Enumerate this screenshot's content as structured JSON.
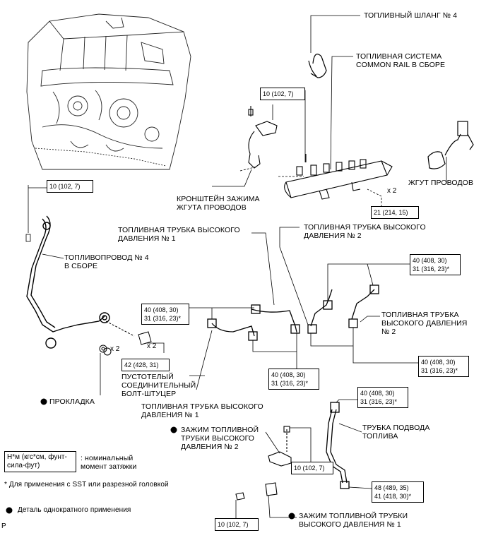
{
  "parts": {
    "fuel_hose_4": "ТОПЛИВНЫЙ ШЛАНГ № 4",
    "common_rail": "ТОПЛИВНАЯ СИСТЕМА\nCOMMON RAIL В СБОРЕ",
    "wire_harness": "ЖГУТ ПРОВОДОВ",
    "harness_clamp_bracket": "КРОНШТЕЙН ЗАЖИМА\nЖГУТА ПРОВОДОВ",
    "hp_pipe_1_top": "ТОПЛИВНАЯ ТРУБКА ВЫСОКОГО\nДАВЛЕНИЯ № 1",
    "hp_pipe_2_top": "ТОПЛИВНАЯ ТРУБКА ВЫСОКОГО\nДАВЛЕНИЯ № 2",
    "fuel_line_4": "ТОПЛИВОПРОВОД № 4\nВ СБОРЕ",
    "hp_pipe_2_right": "ТОПЛИВНАЯ ТРУБКА\nВЫСОКОГО ДАВЛЕНИЯ\n№ 2",
    "hollow_bolt": "ПУСТОТЕЛЫЙ\nСОЕДИНИТЕЛЬНЫЙ\nБОЛТ-ШТУЦЕР",
    "gasket": "ПРОКЛАДКА",
    "hp_pipe_1_bottom": "ТОПЛИВНАЯ ТРУБКА ВЫСОКОГО\nДАВЛЕНИЯ № 1",
    "clamp_2": "ЗАЖИМ ТОПЛИВНОЙ\nТРУБКИ ВЫСОКОГО\nДАВЛЕНИЯ № 2",
    "fuel_inlet_pipe": "ТРУБКА ПОДВОДА\nТОПЛИВА",
    "clamp_1": "ЗАЖИМ ТОПЛИВНОЙ ТРУБКИ\nВЫСОКОГО ДАВЛЕНИЯ № 1"
  },
  "torques": {
    "t_rail_bracket": "10 (102, 7)",
    "t_rail_mount": "21 (214, 15)",
    "t_fuel_line_4": "10 (102, 7)",
    "t_left_pipe": "40 (408, 30)\n31 (316, 23)*",
    "t_hollow_bolt": "42 (428, 31)",
    "t_center_pipe": "40 (408, 30)\n31 (316, 23)*",
    "t_right_top": "40 (408, 30)\n31 (316, 23)*",
    "t_right_pipe": "40 (408, 30)\n31 (316, 23)*",
    "t_inlet_top": "40 (408, 30)\n31 (316, 23)*",
    "t_clamp2": "10 (102, 7)",
    "t_inlet_bottom": "48 (489, 35)\n41 (418, 30)*",
    "t_clamp1": "10 (102, 7)"
  },
  "counts": {
    "x2_rail": "x 2",
    "x2_gasket": "x 2",
    "x2_bolt": "x 2"
  },
  "legend": {
    "unit_box": "Н*м (кгс*см, фунт-\nсила-фут)",
    "unit_desc": ": номинальный\nмомент затяжки",
    "note_sst": "* Для применения с SST или разрезной головкой",
    "note_single": "Деталь однократного применения",
    "page_marker": "P"
  }
}
